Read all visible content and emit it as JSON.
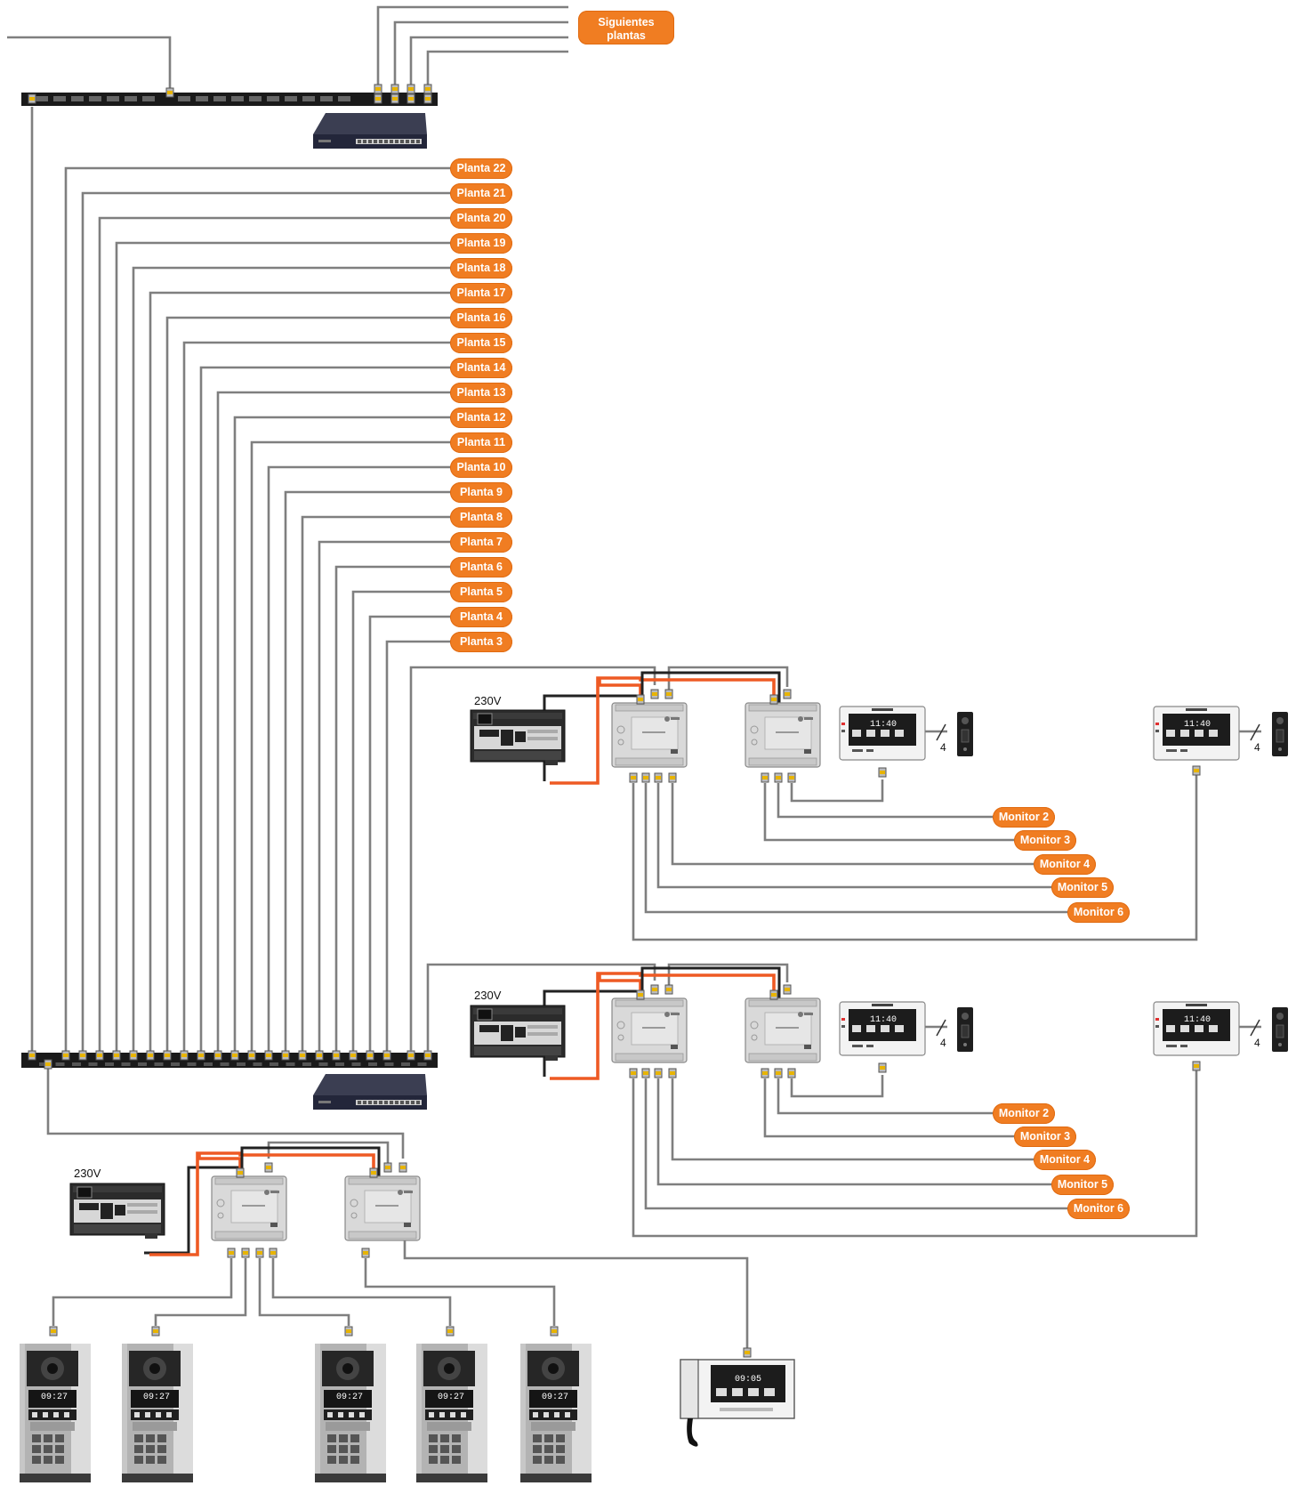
{
  "next_floors_label": "Siguientes plantas",
  "floors": [
    "Planta 22",
    "Planta 21",
    "Planta 20",
    "Planta 19",
    "Planta 18",
    "Planta 17",
    "Planta 16",
    "Planta 15",
    "Planta 14",
    "Planta 13",
    "Planta 12",
    "Planta 11",
    "Planta 10",
    "Planta 9",
    "Planta 8",
    "Planta 7",
    "Planta 6",
    "Planta 5",
    "Planta 4",
    "Planta 3"
  ],
  "power_label": "230V",
  "floor_group_a": {
    "monitors": [
      "Monitor 2",
      "Monitor 3",
      "Monitor 4",
      "Monitor 5",
      "Monitor 6"
    ]
  },
  "floor_group_b": {
    "monitors": [
      "Monitor 2",
      "Monitor 3",
      "Monitor 4",
      "Monitor 5",
      "Monitor 6"
    ]
  },
  "wire_count_label": "4",
  "monitor_clock": "11:40",
  "panel_clock": "09:27",
  "concierge_clock": "09:05",
  "colors": {
    "accent": "#f07d22",
    "wire": "#7f7f7f",
    "power_wire": "#ee5a24",
    "device_dark": "#2e3142"
  }
}
